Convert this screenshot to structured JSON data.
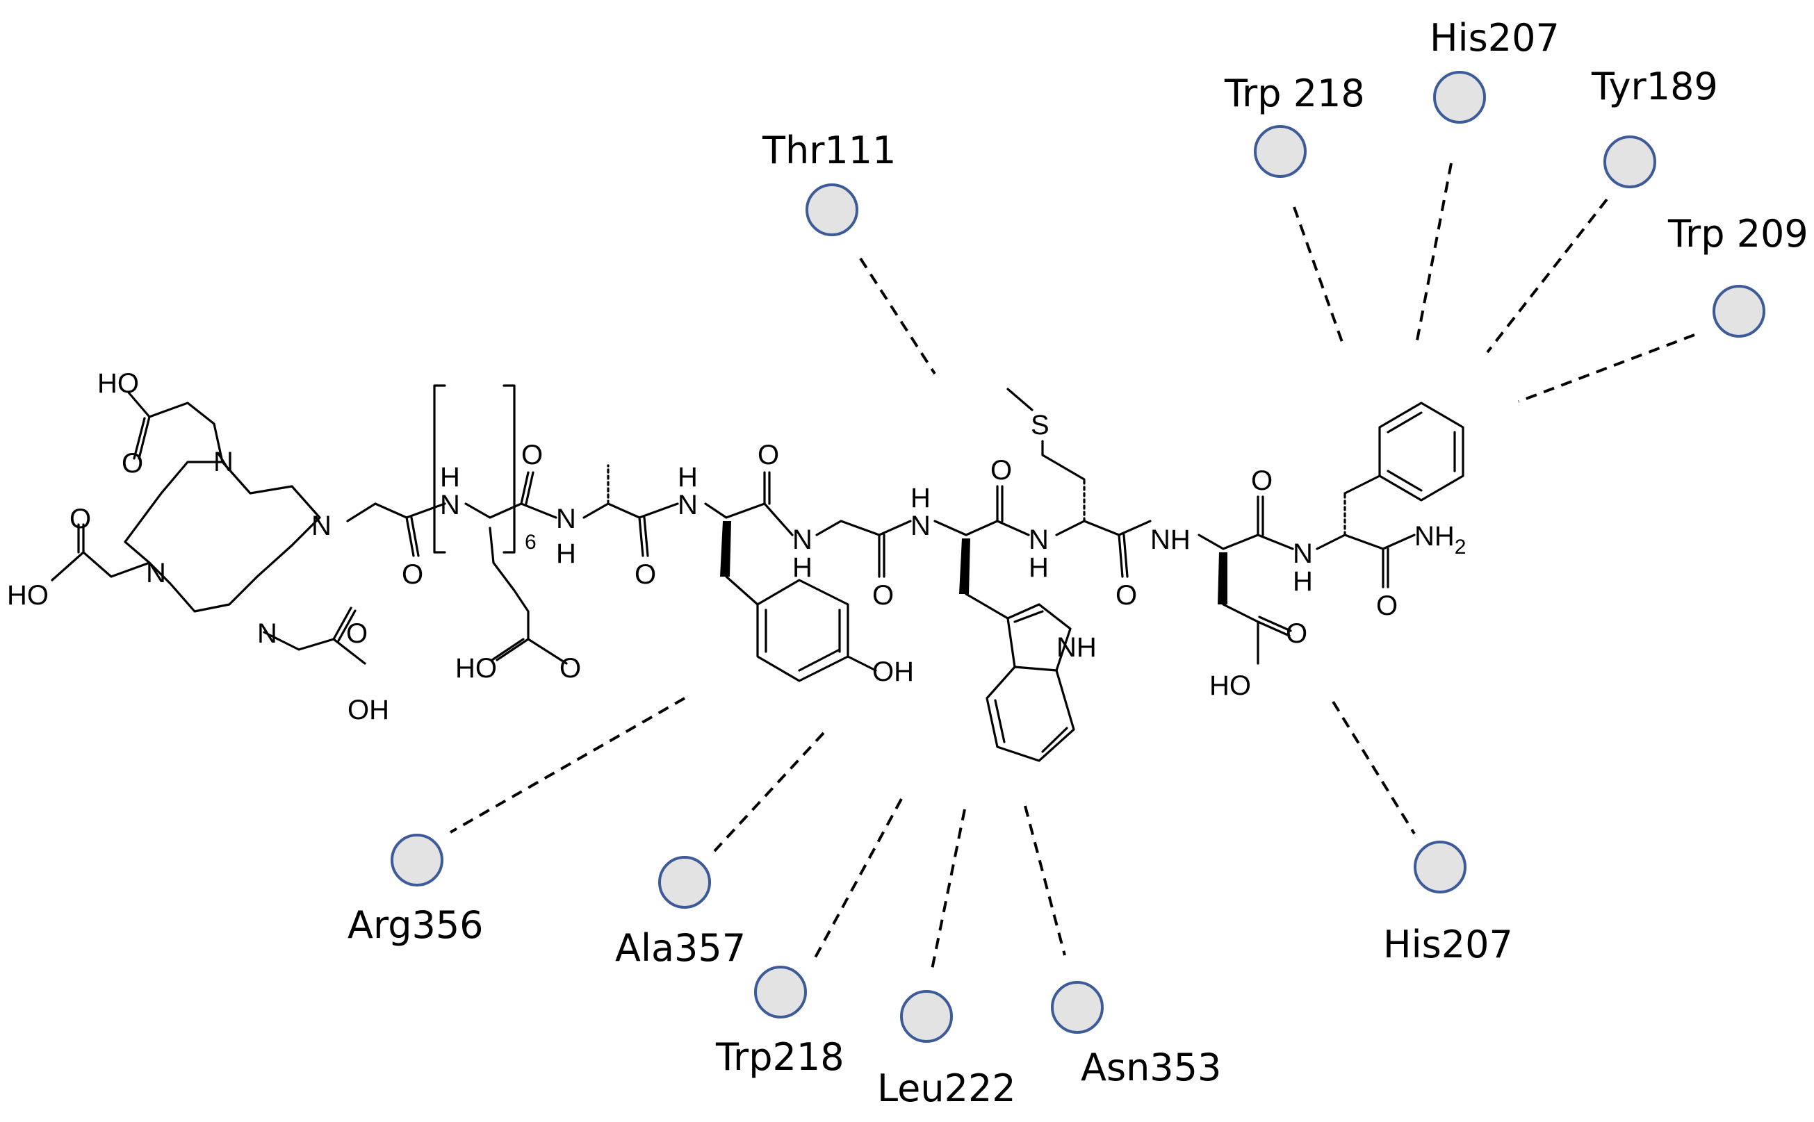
{
  "residues": [
    {
      "id": "thr111",
      "label": "Thr111"
    },
    {
      "id": "trp218-top",
      "label": "Trp 218"
    },
    {
      "id": "his207-top",
      "label": "His207"
    },
    {
      "id": "tyr189",
      "label": "Tyr189"
    },
    {
      "id": "trp209",
      "label": "Trp 209"
    },
    {
      "id": "arg356",
      "label": "Arg356"
    },
    {
      "id": "ala357",
      "label": "Ala357"
    },
    {
      "id": "trp218-bottom",
      "label": "Trp218"
    },
    {
      "id": "leu222",
      "label": "Leu222"
    },
    {
      "id": "asn353",
      "label": "Asn353"
    },
    {
      "id": "his207-bottom",
      "label": "His207"
    }
  ],
  "structure": {
    "atoms": {
      "N": "N",
      "NH": "NH",
      "HN": "HN",
      "H": "H",
      "O": "O",
      "S": "S",
      "OH": "OH",
      "HO": "HO",
      "NH2": "NH",
      "NH2_sub": "2",
      "repeat_count": "6"
    }
  },
  "colors": {
    "node_fill": "#e3e3e3",
    "node_stroke": "#3d5a99"
  }
}
